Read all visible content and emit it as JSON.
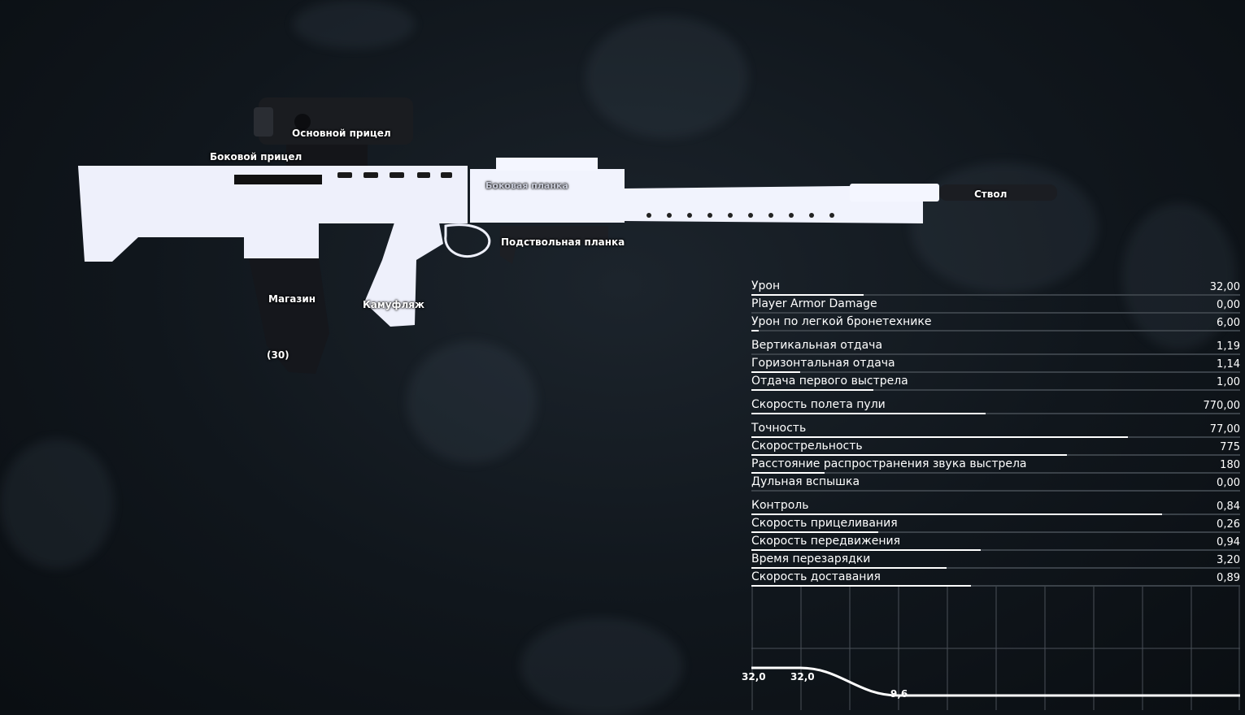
{
  "attachments": {
    "main_sight": "Основной прицел",
    "side_sight": "Боковой прицел",
    "side_rail": "Боковая планка",
    "barrel": "Ствол",
    "underbarrel": "Подствольная планка",
    "magazine": "Магазин",
    "camo": "Камуфляж",
    "ammo": "(30)"
  },
  "stats": [
    {
      "name": "Урон",
      "value": "32,00",
      "fill": 0.23
    },
    {
      "name": "Player Armor Damage",
      "value": "0,00",
      "fill": 0
    },
    {
      "name": "Урон по легкой бронетехнике",
      "value": "6,00",
      "fill": 0.015
    },
    {
      "name": "Вертикальная отдача",
      "value": "1,19",
      "fill": 0,
      "gap": true
    },
    {
      "name": "Горизонтальная отдача",
      "value": "1,14",
      "fill": 0.1
    },
    {
      "name": "Отдача первого выстрела",
      "value": "1,00",
      "fill": 0.25
    },
    {
      "name": "Скорость полета пули",
      "value": "770,00",
      "fill": 0.48,
      "gap": true
    },
    {
      "name": "Точность",
      "value": "77,00",
      "fill": 0.77,
      "gap": true
    },
    {
      "name": "Скорострельность",
      "value": "775",
      "fill": 0.645
    },
    {
      "name": "Расстояние распространения звука выстрела",
      "value": "180",
      "fill": 0.15
    },
    {
      "name": "Дульная вспышка",
      "value": "0,00",
      "fill": 0
    },
    {
      "name": "Контроль",
      "value": "0,84",
      "fill": 0.84,
      "gap": true
    },
    {
      "name": "Скорость прицеливания",
      "value": "0,26",
      "fill": 0.26
    },
    {
      "name": "Скорость передвижения",
      "value": "0,94",
      "fill": 0.47
    },
    {
      "name": "Время перезарядки",
      "value": "3,20",
      "fill": 0.4
    },
    {
      "name": "Скорость доставания",
      "value": "0,89",
      "fill": 0.45
    }
  ],
  "damage_graph": {
    "labels": [
      "32,0",
      "32,0",
      "9,6"
    ]
  },
  "colors": {
    "accent": "#ffffff",
    "track": "#3a4148",
    "weapon": "#f2f4ff"
  }
}
